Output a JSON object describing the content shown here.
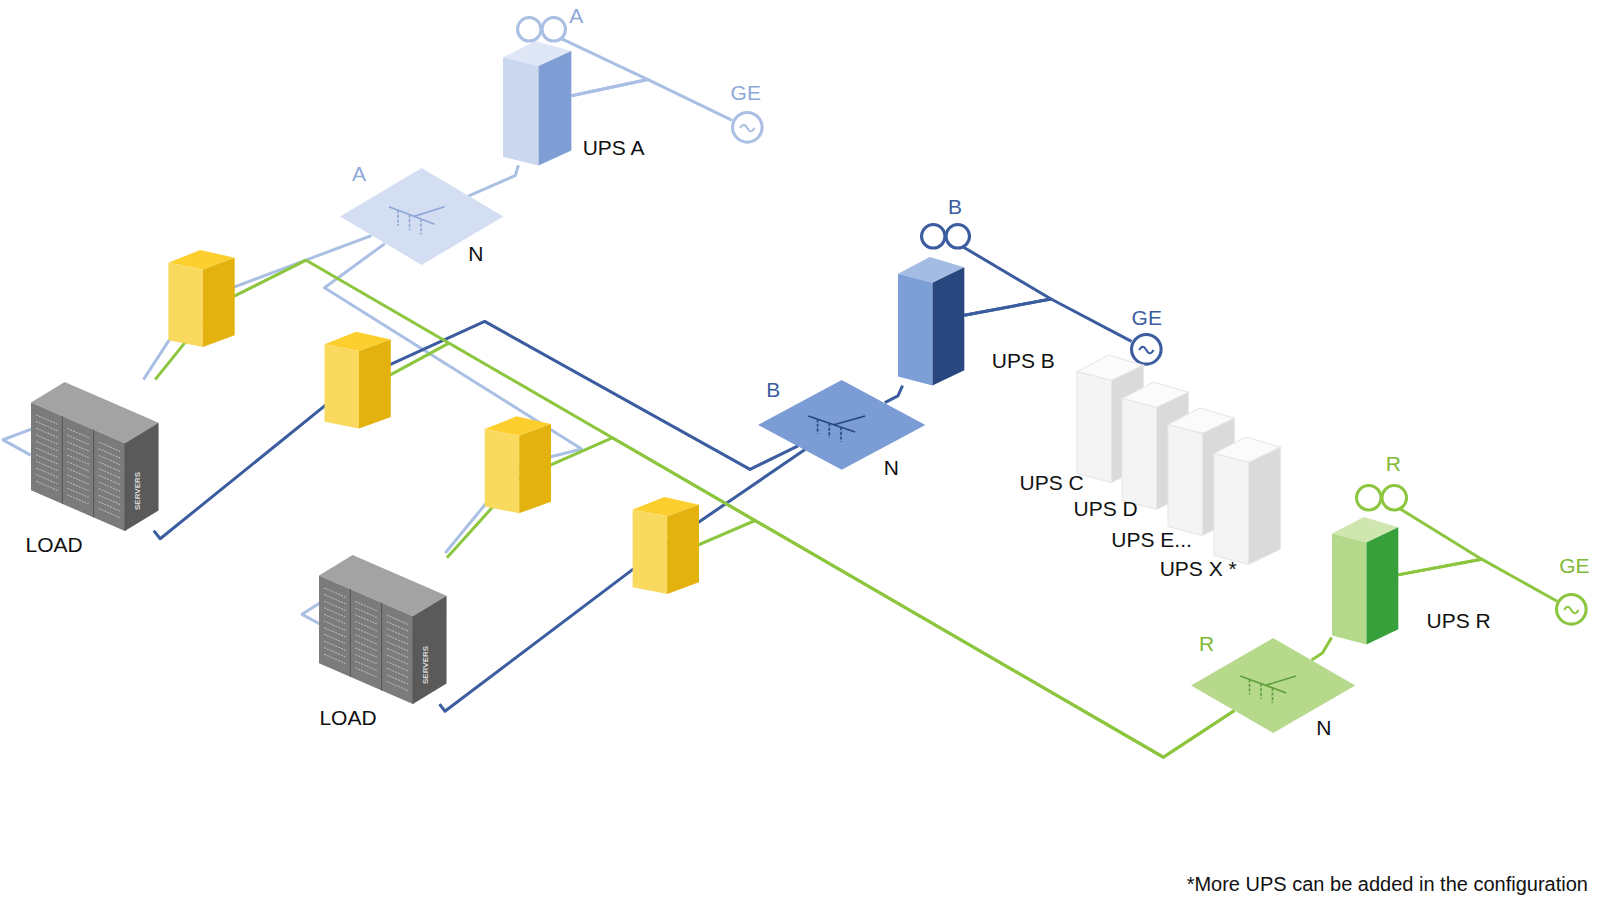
{
  "diagram": {
    "nodes": [
      {
        "text": [
          "A"
        ]
      },
      {
        "text": [
          "GE"
        ]
      },
      {
        "text": [
          "UPS A"
        ]
      },
      {
        "text": [
          "A",
          "N"
        ]
      },
      {
        "text": [
          "B"
        ]
      },
      {
        "text": [
          "GE"
        ]
      },
      {
        "text": [
          "UPS B"
        ]
      },
      {
        "text": [
          "B",
          "N"
        ]
      },
      {
        "text": [
          "UPS C"
        ]
      },
      {
        "text": [
          "UPS D"
        ]
      },
      {
        "text": [
          "UPS E..."
        ]
      },
      {
        "text": [
          "UPS X *"
        ]
      },
      {
        "text": [
          "R"
        ]
      },
      {
        "text": [
          "GE"
        ]
      },
      {
        "text": [
          "UPS R"
        ]
      },
      {
        "text": [
          "R",
          "N"
        ]
      },
      {
        "text": [
          "LOAD",
          "SERVERS"
        ]
      },
      {
        "text": [
          "LOAD",
          "SERVERS"
        ]
      }
    ],
    "edges": [
      {
        "from": 0,
        "to": 2,
        "arrow": "none"
      },
      {
        "from": 1,
        "to": 2,
        "arrow": "none"
      },
      {
        "from": 2,
        "to": 3,
        "arrow": "none"
      },
      {
        "from": 3,
        "to": 16,
        "arrow": "none"
      },
      {
        "from": 3,
        "to": 17,
        "arrow": "none"
      },
      {
        "from": 4,
        "to": 6,
        "arrow": "none"
      },
      {
        "from": 5,
        "to": 6,
        "arrow": "none"
      },
      {
        "from": 6,
        "to": 7,
        "arrow": "none"
      },
      {
        "from": 7,
        "to": 16,
        "arrow": "none"
      },
      {
        "from": 7,
        "to": 17,
        "arrow": "none"
      },
      {
        "from": 12,
        "to": 14,
        "arrow": "none"
      },
      {
        "from": 13,
        "to": 14,
        "arrow": "none"
      },
      {
        "from": 14,
        "to": 15,
        "arrow": "none"
      },
      {
        "from": 15,
        "to": 16,
        "arrow": "none"
      },
      {
        "from": 15,
        "to": 17,
        "arrow": "none"
      }
    ],
    "labels": [
      "*More UPS can be added in the configuration"
    ]
  }
}
